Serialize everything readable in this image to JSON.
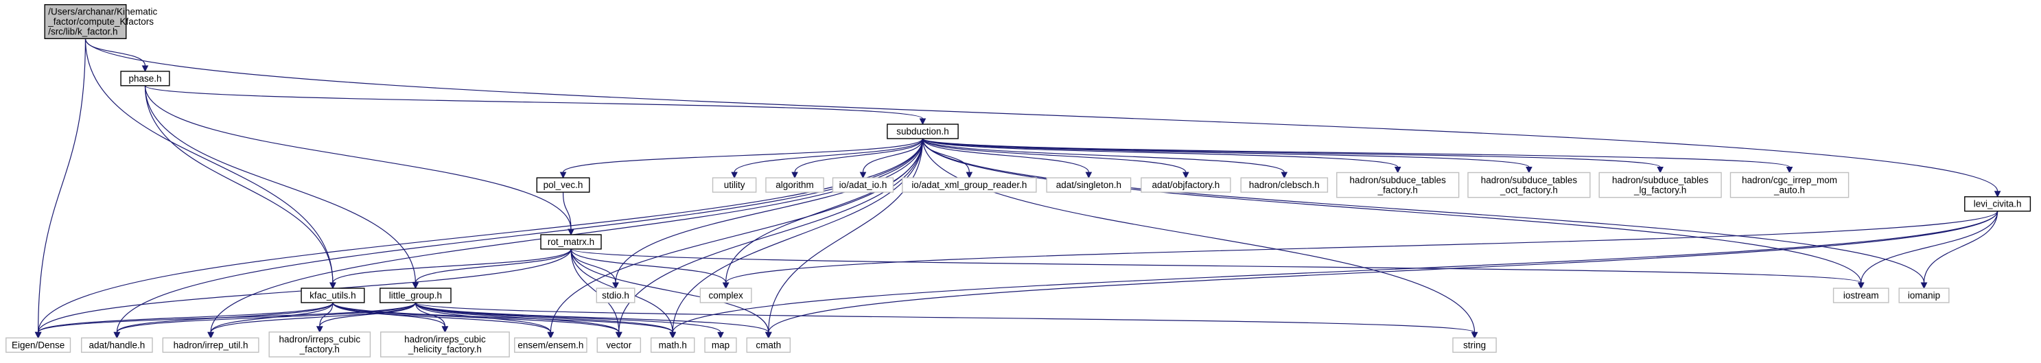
{
  "colors": {
    "edge": "#191970",
    "root_fill": "#bfbfbf",
    "root_stroke": "#000000",
    "documented_stroke": "#000000",
    "external_stroke": "#bfbfbf",
    "node_fill": "#ffffff"
  },
  "nodes": [
    {
      "id": "k_factor",
      "kind": "root",
      "lines": [
        "/Users/archanar/Kinematic",
        "_factor/compute_Kfactors",
        "/src/lib/k_factor.h"
      ]
    },
    {
      "id": "phase",
      "kind": "documented",
      "lines": [
        "phase.h"
      ]
    },
    {
      "id": "subduction",
      "kind": "documented",
      "lines": [
        "subduction.h"
      ]
    },
    {
      "id": "levi_civita",
      "kind": "documented",
      "lines": [
        "levi_civita.h"
      ]
    },
    {
      "id": "pol_vec",
      "kind": "documented",
      "lines": [
        "pol_vec.h"
      ]
    },
    {
      "id": "rot_matrx",
      "kind": "documented",
      "lines": [
        "rot_matrx.h"
      ]
    },
    {
      "id": "kfac_utils",
      "kind": "documented",
      "lines": [
        "kfac_utils.h"
      ]
    },
    {
      "id": "little_group",
      "kind": "documented",
      "lines": [
        "little_group.h"
      ]
    },
    {
      "id": "utility",
      "kind": "external",
      "lines": [
        "utility"
      ]
    },
    {
      "id": "algorithm",
      "kind": "external",
      "lines": [
        "algorithm"
      ]
    },
    {
      "id": "adat_io",
      "kind": "external",
      "lines": [
        "io/adat_io.h"
      ]
    },
    {
      "id": "adat_xml",
      "kind": "external",
      "lines": [
        "io/adat_xml_group_reader.h"
      ]
    },
    {
      "id": "singleton",
      "kind": "external",
      "lines": [
        "adat/singleton.h"
      ]
    },
    {
      "id": "objfactory",
      "kind": "external",
      "lines": [
        "adat/objfactory.h"
      ]
    },
    {
      "id": "clebsch",
      "kind": "external",
      "lines": [
        "hadron/clebsch.h"
      ]
    },
    {
      "id": "subduce_tables",
      "kind": "external",
      "lines": [
        "hadron/subduce_tables",
        "_factory.h"
      ]
    },
    {
      "id": "subduce_oct",
      "kind": "external",
      "lines": [
        "hadron/subduce_tables",
        "_oct_factory.h"
      ]
    },
    {
      "id": "subduce_lg",
      "kind": "external",
      "lines": [
        "hadron/subduce_tables",
        "_lg_factory.h"
      ]
    },
    {
      "id": "cgc_irrep",
      "kind": "external",
      "lines": [
        "hadron/cgc_irrep_mom",
        "_auto.h"
      ]
    },
    {
      "id": "stdio",
      "kind": "external",
      "lines": [
        "stdio.h"
      ]
    },
    {
      "id": "complex",
      "kind": "external",
      "lines": [
        "complex"
      ]
    },
    {
      "id": "iostream",
      "kind": "external",
      "lines": [
        "iostream"
      ]
    },
    {
      "id": "iomanip",
      "kind": "external",
      "lines": [
        "iomanip"
      ]
    },
    {
      "id": "eigen",
      "kind": "external",
      "lines": [
        "Eigen/Dense"
      ]
    },
    {
      "id": "adat_handle",
      "kind": "external",
      "lines": [
        "adat/handle.h"
      ]
    },
    {
      "id": "irrep_util",
      "kind": "external",
      "lines": [
        "hadron/irrep_util.h"
      ]
    },
    {
      "id": "irreps_cubic",
      "kind": "external",
      "lines": [
        "hadron/irreps_cubic",
        "_factory.h"
      ]
    },
    {
      "id": "irreps_helicity",
      "kind": "external",
      "lines": [
        "hadron/irreps_cubic",
        "_helicity_factory.h"
      ]
    },
    {
      "id": "ensem",
      "kind": "external",
      "lines": [
        "ensem/ensem.h"
      ]
    },
    {
      "id": "vector",
      "kind": "external",
      "lines": [
        "vector"
      ]
    },
    {
      "id": "math",
      "kind": "external",
      "lines": [
        "math.h"
      ]
    },
    {
      "id": "map",
      "kind": "external",
      "lines": [
        "map"
      ]
    },
    {
      "id": "cmath",
      "kind": "external",
      "lines": [
        "cmath"
      ]
    },
    {
      "id": "string",
      "kind": "external",
      "lines": [
        "string"
      ]
    }
  ],
  "edges": [
    [
      "k_factor",
      "phase"
    ],
    [
      "k_factor",
      "levi_civita"
    ],
    [
      "k_factor",
      "kfac_utils"
    ],
    [
      "k_factor",
      "eigen"
    ],
    [
      "phase",
      "subduction"
    ],
    [
      "phase",
      "rot_matrx"
    ],
    [
      "phase",
      "kfac_utils"
    ],
    [
      "phase",
      "little_group"
    ],
    [
      "subduction",
      "utility"
    ],
    [
      "subduction",
      "algorithm"
    ],
    [
      "subduction",
      "adat_io"
    ],
    [
      "subduction",
      "adat_xml"
    ],
    [
      "subduction",
      "singleton"
    ],
    [
      "subduction",
      "objfactory"
    ],
    [
      "subduction",
      "clebsch"
    ],
    [
      "subduction",
      "subduce_tables"
    ],
    [
      "subduction",
      "subduce_oct"
    ],
    [
      "subduction",
      "subduce_lg"
    ],
    [
      "subduction",
      "cgc_irrep"
    ],
    [
      "subduction",
      "pol_vec"
    ],
    [
      "subduction",
      "stdio"
    ],
    [
      "subduction",
      "complex"
    ],
    [
      "subduction",
      "iostream"
    ],
    [
      "subduction",
      "iomanip"
    ],
    [
      "subduction",
      "eigen"
    ],
    [
      "subduction",
      "adat_handle"
    ],
    [
      "subduction",
      "irrep_util"
    ],
    [
      "subduction",
      "ensem"
    ],
    [
      "subduction",
      "vector"
    ],
    [
      "subduction",
      "math"
    ],
    [
      "subduction",
      "cmath"
    ],
    [
      "subduction",
      "string"
    ],
    [
      "pol_vec",
      "rot_matrx"
    ],
    [
      "rot_matrx",
      "kfac_utils"
    ],
    [
      "rot_matrx",
      "little_group"
    ],
    [
      "rot_matrx",
      "stdio"
    ],
    [
      "rot_matrx",
      "complex"
    ],
    [
      "rot_matrx",
      "iostream"
    ],
    [
      "rot_matrx",
      "eigen"
    ],
    [
      "rot_matrx",
      "math"
    ],
    [
      "rot_matrx",
      "cmath"
    ],
    [
      "rot_matrx",
      "vector"
    ],
    [
      "levi_civita",
      "complex"
    ],
    [
      "levi_civita",
      "iostream"
    ],
    [
      "levi_civita",
      "iomanip"
    ],
    [
      "levi_civita",
      "math"
    ],
    [
      "levi_civita",
      "cmath"
    ],
    [
      "kfac_utils",
      "eigen"
    ],
    [
      "kfac_utils",
      "adat_handle"
    ],
    [
      "kfac_utils",
      "irrep_util"
    ],
    [
      "kfac_utils",
      "irreps_cubic"
    ],
    [
      "kfac_utils",
      "irreps_helicity"
    ],
    [
      "kfac_utils",
      "ensem"
    ],
    [
      "kfac_utils",
      "vector"
    ],
    [
      "kfac_utils",
      "math"
    ],
    [
      "little_group",
      "eigen"
    ],
    [
      "little_group",
      "adat_handle"
    ],
    [
      "little_group",
      "irrep_util"
    ],
    [
      "little_group",
      "irreps_cubic"
    ],
    [
      "little_group",
      "irreps_helicity"
    ],
    [
      "little_group",
      "ensem"
    ],
    [
      "little_group",
      "vector"
    ],
    [
      "little_group",
      "math"
    ],
    [
      "little_group",
      "map"
    ],
    [
      "little_group",
      "cmath"
    ],
    [
      "little_group",
      "string"
    ]
  ]
}
